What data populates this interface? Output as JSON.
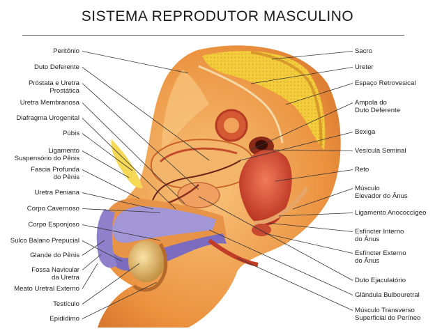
{
  "title": "SISTEMA REPRODUTOR MASCULINO",
  "labels_left": [
    {
      "id": "peritonio",
      "lines": [
        "Peritônio"
      ]
    },
    {
      "id": "duto-deferente",
      "lines": [
        "Duto Deferente"
      ]
    },
    {
      "id": "prostata",
      "lines": [
        "Próstata e Uretra",
        "Prostática"
      ]
    },
    {
      "id": "uretra-membranosa",
      "lines": [
        "Uretra Membranosa"
      ]
    },
    {
      "id": "diafragma-urogenital",
      "lines": [
        "Diafragma Urogenital"
      ]
    },
    {
      "id": "pubis",
      "lines": [
        "Púbis"
      ]
    },
    {
      "id": "ligamento-suspensorio",
      "lines": [
        "Ligamento",
        "Suspensório do Pênis"
      ]
    },
    {
      "id": "fascia-profunda",
      "lines": [
        "Fascia Profunda",
        "do Pênis"
      ]
    },
    {
      "id": "uretra-peniana",
      "lines": [
        "Uretra Peniana"
      ]
    },
    {
      "id": "corpo-cavernoso",
      "lines": [
        "Corpo Cavernoso"
      ]
    },
    {
      "id": "corpo-esponjoso",
      "lines": [
        "Corpo Esponjoso"
      ]
    },
    {
      "id": "sulco-balano",
      "lines": [
        "Sulco Balano Prepucial"
      ]
    },
    {
      "id": "glande",
      "lines": [
        "Glande do Pênis"
      ]
    },
    {
      "id": "fossa-navicular",
      "lines": [
        "Fossa Navicular",
        "da Uretra"
      ]
    },
    {
      "id": "meato-uretral",
      "lines": [
        "Meato Uretral Externo"
      ]
    },
    {
      "id": "testiculo",
      "lines": [
        "Testículo"
      ]
    },
    {
      "id": "epididimo",
      "lines": [
        "Epidídimo"
      ]
    }
  ],
  "labels_right": [
    {
      "id": "sacro",
      "lines": [
        "Sacro"
      ]
    },
    {
      "id": "ureter",
      "lines": [
        "Ureter"
      ]
    },
    {
      "id": "espaco-retrovesical",
      "lines": [
        "Espaço Retrovesical"
      ]
    },
    {
      "id": "ampola",
      "lines": [
        "Ampola do",
        "Duto Deferente"
      ]
    },
    {
      "id": "bexiga",
      "lines": [
        "Bexiga"
      ]
    },
    {
      "id": "vesicula-seminal",
      "lines": [
        "Vesícula Seminal"
      ]
    },
    {
      "id": "reto",
      "lines": [
        "Reto"
      ]
    },
    {
      "id": "musculo-elevador",
      "lines": [
        "Músculo",
        "Elevador do Ânus"
      ]
    },
    {
      "id": "ligamento-anococcigeo",
      "lines": [
        "Ligamento Anococcígeo"
      ]
    },
    {
      "id": "esfincter-interno",
      "lines": [
        "Esfíncter Interno",
        "do Ânus"
      ]
    },
    {
      "id": "esfincter-externo",
      "lines": [
        "Esfíncter Externo",
        "do Ânus"
      ]
    },
    {
      "id": "duto-ejaculatorio",
      "lines": [
        "Duto Ejaculatório"
      ]
    },
    {
      "id": "glandula-bulbouretral",
      "lines": [
        "Glândula Bulbouretral"
      ]
    },
    {
      "id": "musculo-transverso",
      "lines": [
        "Músculo Transverso",
        "Superficial do Períneo"
      ]
    }
  ],
  "colors": {
    "skin": "#e98a3c",
    "skin_light": "#f6b66e",
    "bone": "#f3d64a",
    "muscle": "#c23d28",
    "erectile": "#8a79c6",
    "leader": "#333333"
  }
}
